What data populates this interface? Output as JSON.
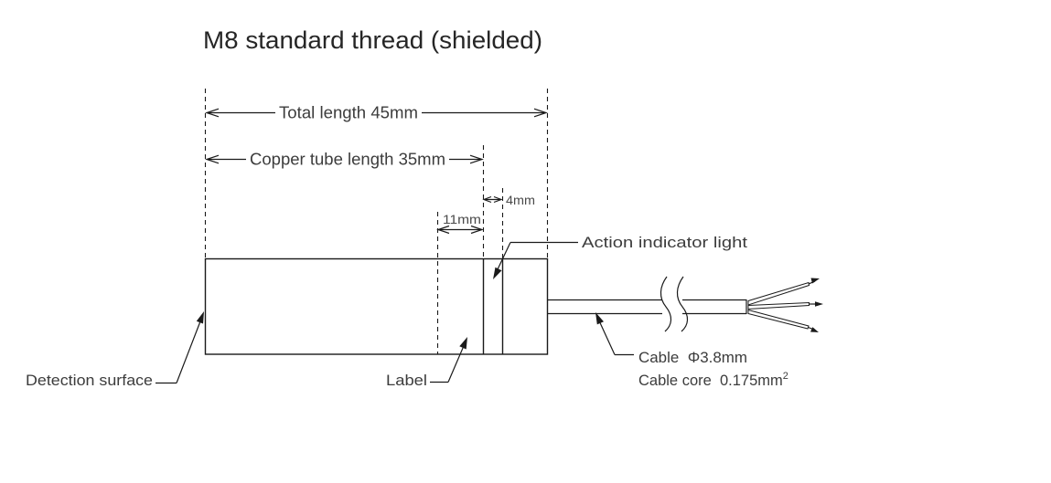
{
  "title": "M8 standard thread (shielded)",
  "dimensions": {
    "total_length": "Total length 45mm",
    "copper_tube": "Copper tube length 35mm",
    "label_offset": "11mm",
    "indicator_width": "4mm"
  },
  "callouts": {
    "action_indicator": "Action indicator light",
    "detection_surface": "Detection surface",
    "label": "Label",
    "cable": "Cable  Φ3.8mm",
    "cable_core_base": "Cable core  0.175mm",
    "cable_core_sup": "2"
  },
  "colors": {
    "line": "#1a1a1a",
    "text": "#3c3c3c",
    "background": "#ffffff"
  }
}
